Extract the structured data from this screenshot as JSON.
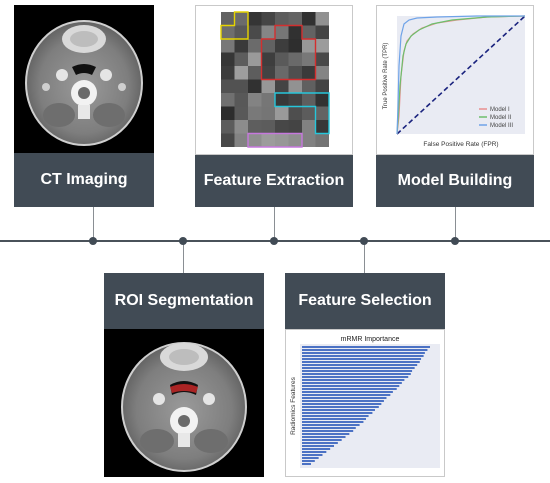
{
  "steps_top": [
    {
      "label": "CT Imaging"
    },
    {
      "label": "Feature Extraction"
    },
    {
      "label": "Model Building"
    }
  ],
  "steps_bottom": [
    {
      "label": "ROI Segmentation"
    },
    {
      "label": "Feature Selection"
    }
  ],
  "roc": {
    "ylabel": "True Positive Rate (TPR)",
    "xlabel": "False Positive Rate (FPR)",
    "legend": [
      {
        "name": "Model I",
        "color": "#e98f8f"
      },
      {
        "name": "Model II",
        "color": "#6cbf6c"
      },
      {
        "name": "Model III",
        "color": "#6fa3e8"
      }
    ]
  },
  "mrmr": {
    "title": "mRMR Importance",
    "ylabel": "Radiomics Features",
    "bar_color": "#4c72c4",
    "values": [
      1.0,
      0.98,
      0.96,
      0.95,
      0.93,
      0.92,
      0.9,
      0.88,
      0.86,
      0.85,
      0.83,
      0.8,
      0.78,
      0.76,
      0.74,
      0.71,
      0.69,
      0.66,
      0.64,
      0.62,
      0.6,
      0.57,
      0.55,
      0.52,
      0.5,
      0.48,
      0.45,
      0.42,
      0.4,
      0.37,
      0.34,
      0.31,
      0.28,
      0.25,
      0.22,
      0.19,
      0.16,
      0.13,
      0.1,
      0.07
    ]
  },
  "colors": {
    "label_bg": "#414b55",
    "timeline": "#4a525a"
  }
}
